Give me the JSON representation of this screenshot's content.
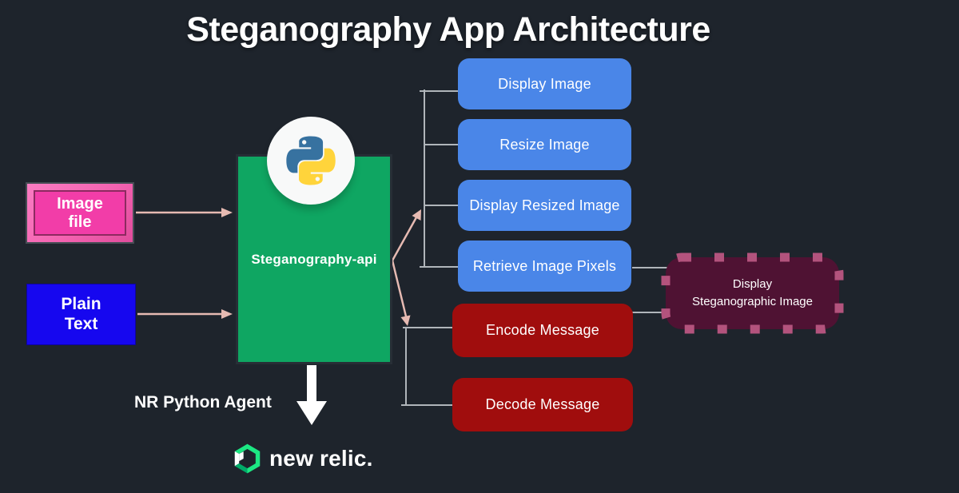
{
  "title": "Steganography App Architecture",
  "inputs": {
    "image_file": "Image\nfile",
    "plain_text": "Plain\nText"
  },
  "api": {
    "label": "Steganography-api",
    "logo": "python-logo"
  },
  "methods": {
    "blue": [
      "Display Image",
      "Resize Image",
      "Display Resized Image",
      "Retrieve Image Pixels"
    ],
    "red": [
      "Encode Message",
      "Decode Message"
    ]
  },
  "output": {
    "label": "Display\nSteganographic Image"
  },
  "agent": {
    "label": "NR Python Agent"
  },
  "brand": {
    "wordmark": "new relic."
  },
  "colors": {
    "background": "#1e242c",
    "api_green": "#0fa662",
    "method_blue": "#4a86e8",
    "method_red": "#a00d0d",
    "input_pink": "#f23da8",
    "input_blue": "#1607ef",
    "output_plum": "#4f1233",
    "output_handles": "#b3537d",
    "arrow_salmon": "#e6bab2",
    "connector_gray": "#b0b5ba",
    "brand_green": "#1ce783",
    "python_blue": "#3772a0",
    "python_yellow": "#ffd43b"
  }
}
